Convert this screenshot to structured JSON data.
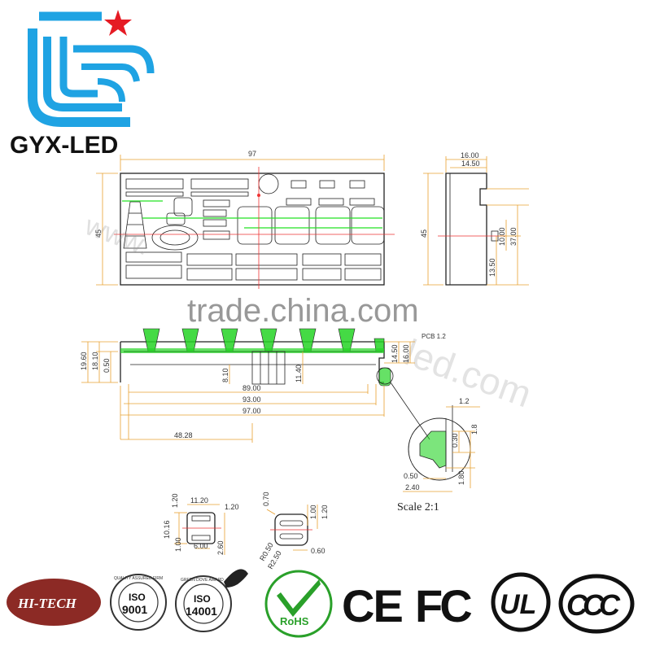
{
  "brand": {
    "name": "GYX-LED",
    "colors": {
      "logo_blue": "#1fa3e3",
      "star_red": "#e51b24",
      "text": "#111111"
    }
  },
  "watermark": {
    "main": "trade.china.com",
    "left": "www.",
    "diag": "led.com"
  },
  "front_view": {
    "width": "97",
    "height": "45"
  },
  "side_view": {
    "d1": "16.00",
    "d2": "14.50",
    "height": "45",
    "d3": "10.00",
    "d4": "37.00",
    "d5": "13.50"
  },
  "bottom_view": {
    "h1": "19.60",
    "h2": "18.10",
    "h3": "0.50",
    "h4": "8.10",
    "h5": "11.40",
    "h6": "14.50",
    "h7": "16.00",
    "pcb": "PCB 1.2",
    "w1": "89.00",
    "w2": "93.00",
    "w3": "97.00",
    "w4": "48.28"
  },
  "detail": {
    "d1": "1.2",
    "d2": "0.30",
    "d3": "1.8",
    "d4": "0.50",
    "d5": "1.80",
    "d6": "2.40",
    "scale": "Scale 2:1"
  },
  "digit_a": {
    "d1": "1.20",
    "d2": "11.20",
    "d3": "1.20",
    "d4": "10.16",
    "d5": "1.00",
    "d6": "6.00",
    "d7": "2.60"
  },
  "digit_b": {
    "d1": "0.70",
    "d2": "1.00",
    "d3": "1.20",
    "d4": "R0.50",
    "d5": "R2.50",
    "d6": "0.60"
  },
  "certifications": [
    {
      "name": "hi-tech",
      "label": "HI-TECH"
    },
    {
      "name": "iso9001",
      "label": "ISO",
      "num": "9001",
      "ring": "QUALITY ASSURED FIRM"
    },
    {
      "name": "iso14001",
      "label": "ISO",
      "num": "14001",
      "ring": "GREEN DOVE AWARD"
    },
    {
      "name": "rohs",
      "label": "RoHS"
    },
    {
      "name": "ce",
      "label": "CE"
    },
    {
      "name": "fc",
      "label": "FC"
    },
    {
      "name": "ul",
      "label": "UL"
    },
    {
      "name": "ccc",
      "label": "CCC"
    }
  ]
}
